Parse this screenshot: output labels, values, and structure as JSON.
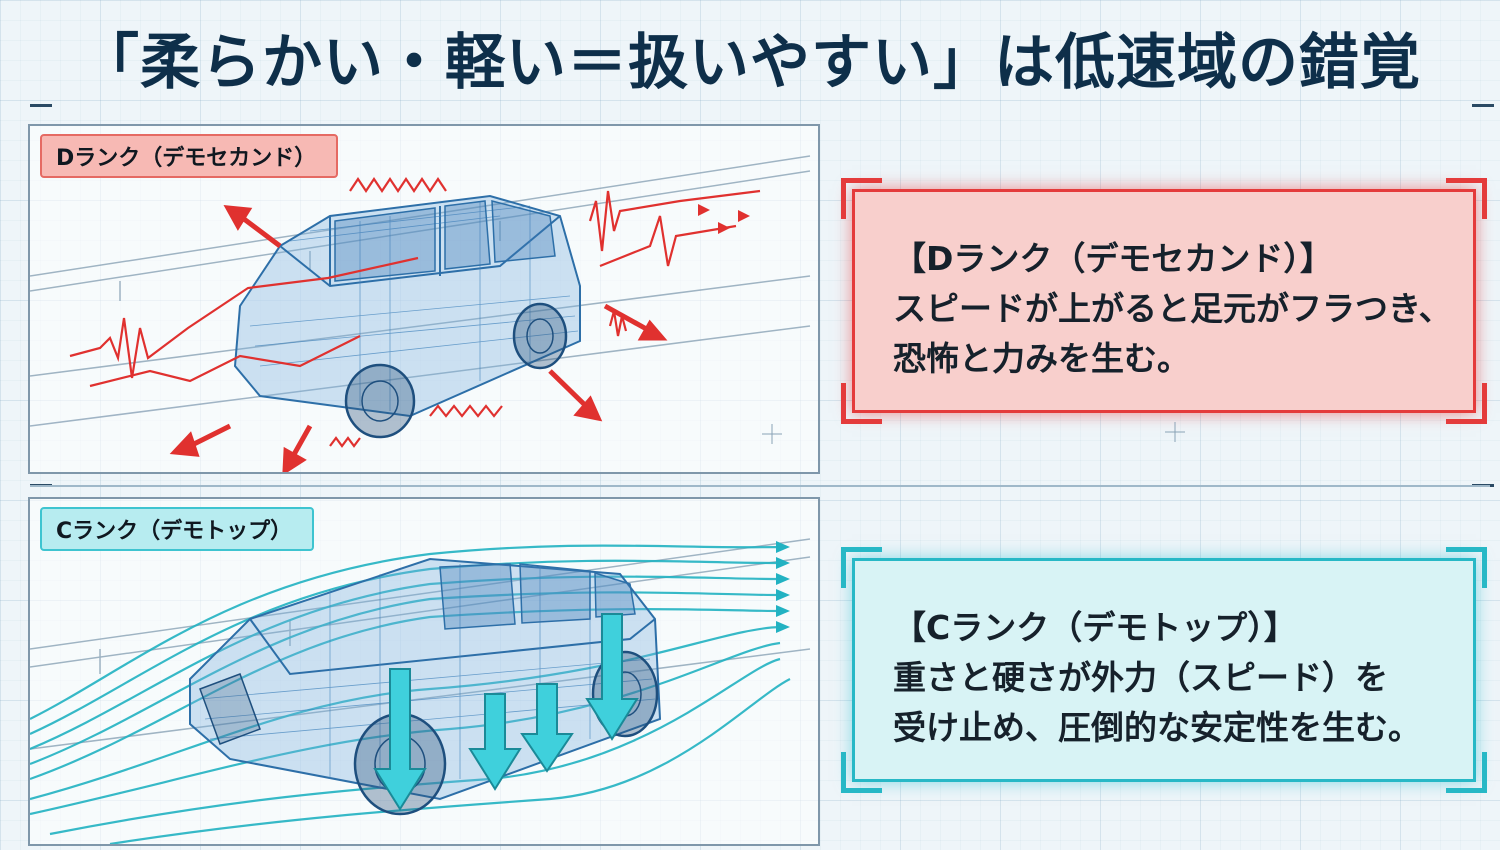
{
  "title": "「柔らかい・軽い＝扱いやすい」は低速域の錯覚",
  "panels": {
    "d_rank": {
      "tag": "Dランク（デモセカンド）",
      "box_title": "【Dランク（デモセカンド）】",
      "box_lines": [
        "スピードが上がると足元がフラつき、",
        "恐怖と力みを生む。"
      ],
      "accent_color": "#e43b3b"
    },
    "c_rank": {
      "tag": "Cランク（デモトップ）",
      "box_title": "【Cランク（デモトップ）】",
      "box_lines": [
        "重さと硬さが外力（スピード）を",
        "受け止め、圧倒的な安定性を生む。"
      ],
      "accent_color": "#27b8c6"
    }
  },
  "icons": {
    "d_car": "compact-car-wireframe-icon",
    "c_car": "suv-wireframe-icon"
  }
}
